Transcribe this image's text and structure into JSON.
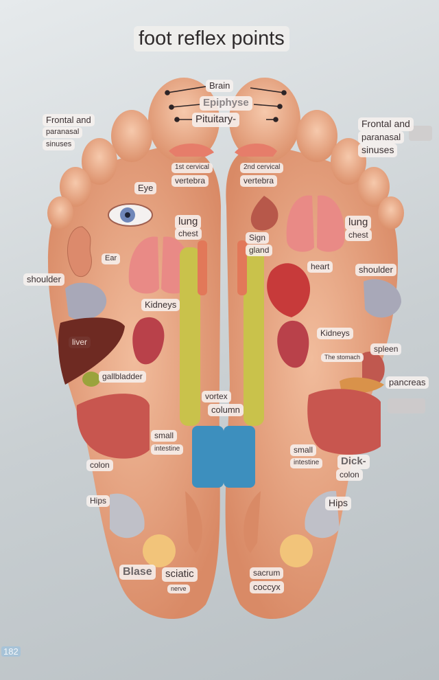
{
  "title": "foot reflex points",
  "page_number": "182",
  "labels": {
    "brain": "Brain",
    "epiphyse": "Epiphyse",
    "pituitary": "Pituitary-",
    "frontal_left": [
      "Frontal and",
      "paranasal",
      "sinuses"
    ],
    "frontal_right": [
      "Frontal and",
      "paranasal",
      "sinuses"
    ],
    "cervical_1": [
      "1st cervical",
      "vertebra"
    ],
    "cervical_2": [
      "2nd cervical",
      "vertebra"
    ],
    "eye": "Eye",
    "lung_left": [
      "lung",
      "chest"
    ],
    "lung_right": [
      "lung",
      "chest"
    ],
    "sign_gland": [
      "Sign",
      "gland"
    ],
    "ear": "Ear",
    "heart": "heart",
    "shoulder_left": "shoulder",
    "shoulder_right": "shoulder",
    "kidneys_left": "Kidneys",
    "kidneys_right": "Kidneys",
    "liver": "liver",
    "spleen": "spleen",
    "stomach": "The stomach",
    "gallbladder": "gallbladder",
    "pancreas": "pancreas",
    "vortex_column": [
      "vortex",
      "column"
    ],
    "small_intestine_left": [
      "small",
      "intestine"
    ],
    "small_intestine_right": [
      "small",
      "intestine"
    ],
    "colon_left": "colon",
    "dick_colon": [
      "Dick-",
      "colon"
    ],
    "hips_left": "Hips",
    "hips_right": "Hips",
    "blase": "Blase",
    "sciatic_nerve": [
      "sciatic",
      "nerve"
    ],
    "sacrum_coccyx": [
      "sacrum",
      "coccyx"
    ]
  },
  "colors": {
    "skin": "#e9a987",
    "skin_dark": "#d98a66",
    "lung": "#e98a86",
    "liver": "#6e2a22",
    "kidney": "#b9414a",
    "intestine": "#c8564f",
    "spine_vertebra": "#c9c24b",
    "spine_lumbar": "#3d8fbe",
    "background": "#c9cfd2"
  }
}
